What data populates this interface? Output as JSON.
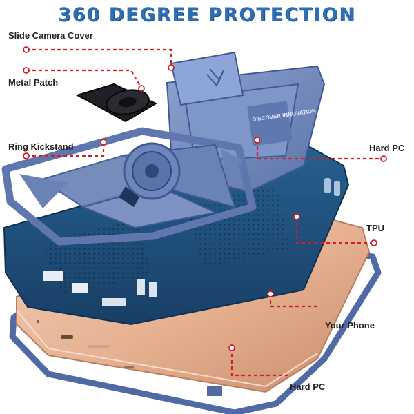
{
  "title": "360 DEGREE PROTECTION",
  "callouts": {
    "slide_camera_cover": "Slide Camera Cover",
    "metal_patch": "Metal Patch",
    "ring_kickstand": "Ring Kickstand",
    "hard_pc_top": "Hard PC",
    "tpu": "TPU",
    "your_phone": "Your Phone",
    "hard_pc_bottom": "Hard PC"
  },
  "camera_cover_text": "DISCOVER INNOVATION",
  "colors": {
    "title": "#2f6fb5",
    "leader_lines": "#d21f26",
    "hard_pc": "#6f86b8",
    "tpu": "#21527f",
    "phone": "#e8b79c",
    "kickstand": "#1b1b1f"
  }
}
